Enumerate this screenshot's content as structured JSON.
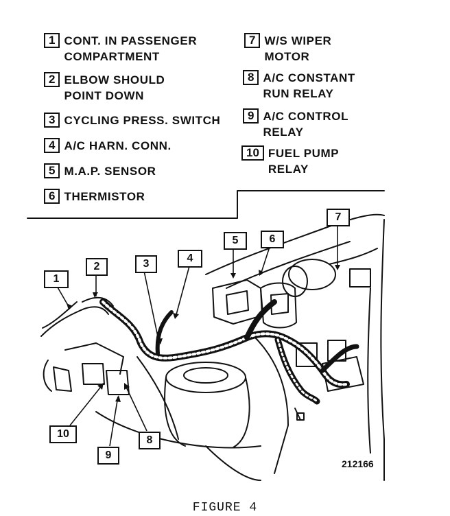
{
  "legend": [
    {
      "num": "1",
      "text": "CONT. IN PASSENGER\nCOMPARTMENT"
    },
    {
      "num": "2",
      "text": "ELBOW SHOULD\nPOINT DOWN"
    },
    {
      "num": "3",
      "text": "CYCLING PRESS. SWITCH"
    },
    {
      "num": "4",
      "text": "A/C HARN. CONN."
    },
    {
      "num": "5",
      "text": "M.A.P. SENSOR"
    },
    {
      "num": "6",
      "text": "THERMISTOR"
    },
    {
      "num": "7",
      "text": "W/S WIPER\nMOTOR"
    },
    {
      "num": "8",
      "text": "A/C CONSTANT\nRUN RELAY"
    },
    {
      "num": "9",
      "text": "A/C CONTROL\nRELAY"
    },
    {
      "num": "10",
      "text": "FUEL PUMP\nRELAY"
    }
  ],
  "callouts": [
    "1",
    "2",
    "3",
    "4",
    "5",
    "6",
    "7",
    "8",
    "9",
    "10"
  ],
  "figure_id": "212166",
  "caption": "FIGURE 4"
}
